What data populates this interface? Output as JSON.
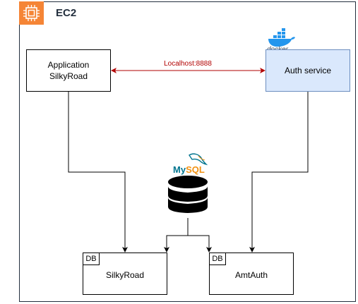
{
  "container": {
    "title": "EC2",
    "icon": "aws-ec2-icon"
  },
  "nodes": {
    "application": {
      "line1": "Application",
      "line2": "SilkyRoad"
    },
    "auth_service": {
      "label": "Auth service",
      "container_tech": "docker",
      "fill": "#dae8fc",
      "stroke": "#6c8ebf"
    },
    "db_silkyroad": {
      "tag": "DB",
      "name": "SilkyRoad"
    },
    "db_amtauth": {
      "tag": "DB",
      "name": "AmtAuth"
    },
    "mysql": {
      "my": "My",
      "sql": "SQL",
      "icon": "database-cylinder-icon"
    }
  },
  "edges": {
    "localhost": {
      "label": "Localhost:8888",
      "color": "#b20000"
    }
  },
  "colors": {
    "ec2_orange": "#f58536",
    "frame": "#232f3e"
  }
}
